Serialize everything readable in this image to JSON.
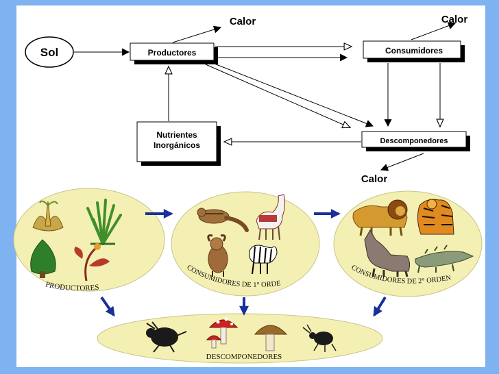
{
  "flow": {
    "sol": "Sol",
    "productores": "Productores",
    "consumidores": "Consumidores",
    "descomponedores": "Descomponedores",
    "nutrientes_1": "Nutrientes",
    "nutrientes_2": "Inorgánicos",
    "calor": "Calor"
  },
  "illustration": {
    "productores": "PRODUCTORES",
    "consumidores_1": "CONSUMIDORES DE 1° ORDEN",
    "consumidores_2": "CONSUMIDORES DE 2° ORDEN",
    "descomponedores": "DESCOMPONEDORES"
  },
  "colors": {
    "frame": "#7fb2f0",
    "panel": "#ffffff",
    "oval_fill": "#f4efb2",
    "arrow_blue": "#1a2f9a"
  }
}
